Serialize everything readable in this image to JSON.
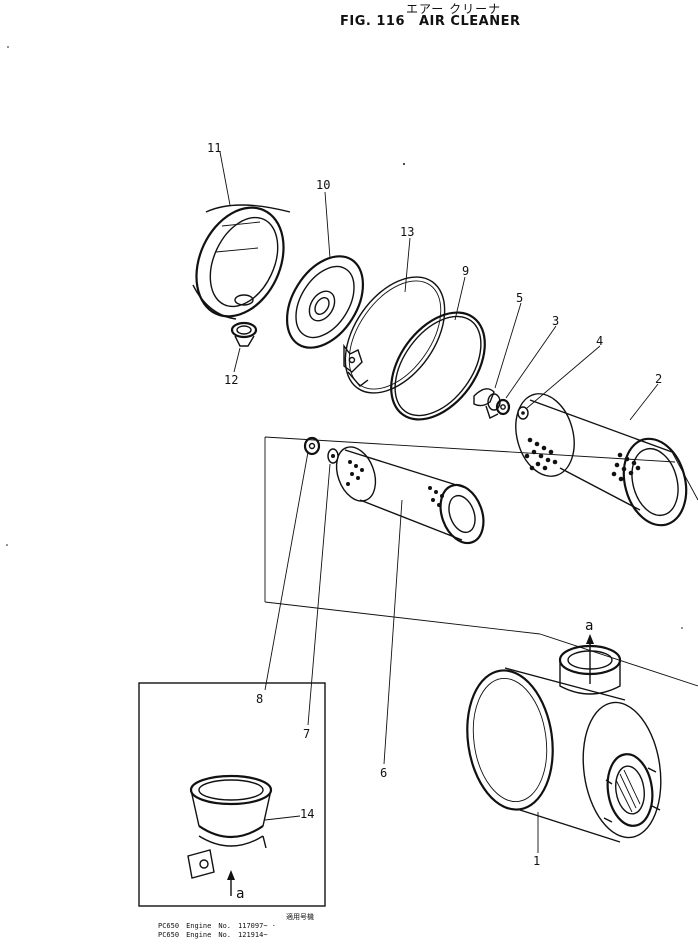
{
  "title": {
    "japanese": "エアー クリーナ",
    "fig_no": "FIG. 116",
    "name": "AIR CLEANER"
  },
  "callouts": [
    {
      "id": "c11",
      "label": "11"
    },
    {
      "id": "c10",
      "label": "10"
    },
    {
      "id": "c13",
      "label": "13"
    },
    {
      "id": "c9",
      "label": "9"
    },
    {
      "id": "c5",
      "label": "5"
    },
    {
      "id": "c3",
      "label": "3"
    },
    {
      "id": "c4",
      "label": "4"
    },
    {
      "id": "c2",
      "label": "2"
    },
    {
      "id": "c12",
      "label": "12"
    },
    {
      "id": "c8",
      "label": "8"
    },
    {
      "id": "c7",
      "label": "7"
    },
    {
      "id": "c6",
      "label": "6"
    },
    {
      "id": "c1",
      "label": "1"
    },
    {
      "id": "c14",
      "label": "14"
    }
  ],
  "view_marker": "a",
  "inset": {
    "view_label": "a"
  },
  "footer": {
    "heading": "適用号機",
    "rows": [
      {
        "model": "PC650",
        "engine": "Engine",
        "no": "No.",
        "serial": "117097~ ·"
      },
      {
        "model": "PC650",
        "engine": "Engine",
        "no": "No.",
        "serial": "121914~"
      }
    ]
  }
}
